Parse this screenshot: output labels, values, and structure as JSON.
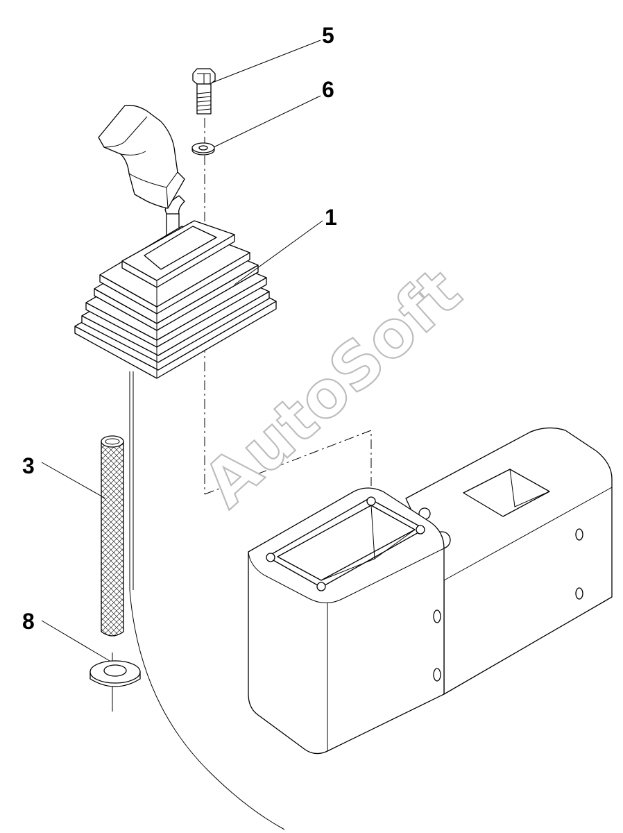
{
  "callouts": [
    {
      "id": "5",
      "label": "5",
      "part": "bolt"
    },
    {
      "id": "6",
      "label": "6",
      "part": "washer"
    },
    {
      "id": "1",
      "label": "1",
      "part": "gear-lever-boot"
    },
    {
      "id": "3",
      "label": "3",
      "part": "braided-hose"
    },
    {
      "id": "8",
      "label": "8",
      "part": "grommet"
    }
  ],
  "watermark": "AutoSoft",
  "colors": {
    "line": "#000000",
    "background": "#ffffff",
    "watermark_outline": "#bdbdbd"
  }
}
